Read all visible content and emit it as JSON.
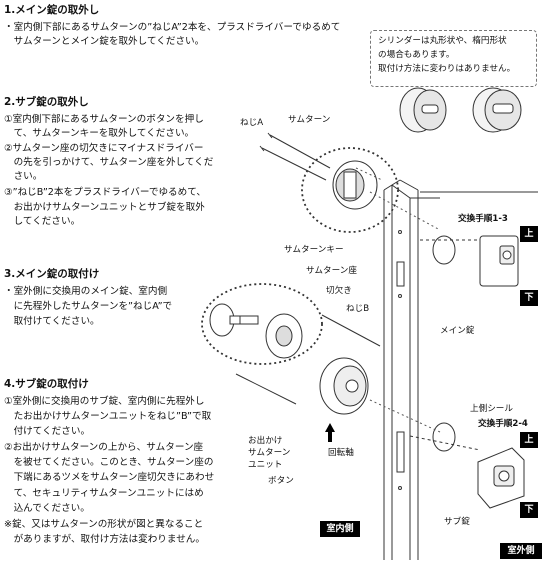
{
  "sections": [
    {
      "heading": "1.メイン錠の取外し",
      "lines": [
        "・室内側下部にあるサムターンの”ねじA”2本を、プラスドライバーでゆるめて",
        "　サムターンとメイン錠を取外してください。"
      ]
    },
    {
      "heading": "2.サブ錠の取外し",
      "lines": [
        "①室内側下部にあるサムターンのボタンを押し",
        "　て、サムターンキーを取外してください。",
        "②サムターン座の切欠きにマイナスドライバー",
        "　の先を引っかけて、サムターン座を外してくだ",
        "　さい。",
        "③”ねじB”2本をプラスドライバーでゆるめて、",
        "　お出かけサムターンユニットとサブ錠を取外",
        "　してください。"
      ]
    },
    {
      "heading": "3.メイン錠の取付け",
      "lines": [
        "・室外側に交換用のメイン錠、室内側",
        "　に先程外したサムターンを”ねじA”で",
        "　取付けてください。"
      ]
    },
    {
      "heading": "4.サブ錠の取付け",
      "lines": [
        "①室外側に交換用のサブ錠、室内側に先程外し",
        "　たお出かけサムターンユニットをねじ”B”で取",
        "　付けてください。",
        "②お出かけサムターンの上から、サムターン座",
        "　を被せてください。このとき、サムターン座の",
        "　下端にあるツメをサムターン座切欠きにあわせ",
        "　て、セキュリティサムターンユニットにはめ",
        "　込んでください。",
        "※錠、又はサムターンの形状が図と異なること",
        "　がありますが、取付け方法は変わりません。"
      ]
    }
  ],
  "note": {
    "lines": [
      "シリンダーは丸形状や、楕円形状",
      "の場合もあります。",
      "取付け方法に変わりはありません。"
    ]
  },
  "labels": {
    "screw_a": "ねじA",
    "thumbturn": "サムターン",
    "thumbturn_key": "サムターンキー",
    "thumbturn_seat": "サムターン座",
    "notch": "切欠き",
    "screw_b": "ねじB",
    "odekake_1": "お出かけ",
    "odekake_2": "サムターン",
    "odekake_3": "ユニット",
    "rotation_shaft": "回転軸",
    "button": "ボタン",
    "main_lock": "メイン錠",
    "sub_lock": "サブ錠",
    "exchange_13": "交換手順1-3",
    "exchange_24": "交換手順2-4",
    "top_seal": "上側シール",
    "top_1": "上",
    "bottom_1": "下",
    "top_2": "上",
    "bottom_2": "下",
    "indoor": "室内側",
    "outdoor": "室外側"
  }
}
